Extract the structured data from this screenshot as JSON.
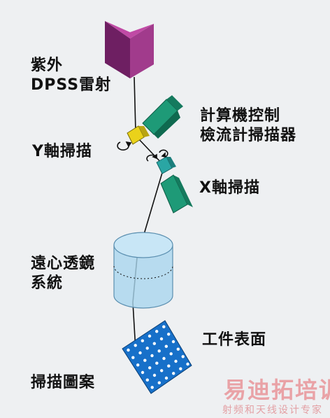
{
  "labels": {
    "laser": [
      "紫外",
      "DPSS雷射"
    ],
    "galvo": [
      "計算機控制",
      "檢流計掃描器"
    ],
    "y_scan": "Y軸掃描",
    "x_scan": "X軸掃描",
    "lens": [
      "遠心透鏡",
      "系統"
    ],
    "workpiece": "工件表面",
    "pattern": "掃描圖案"
  },
  "watermark": {
    "main": "易迪拓培训",
    "sub": "射频和天线设计专家"
  },
  "colors": {
    "background": "#eef0f2",
    "laser": "#9b2f86",
    "galvo": "#1e9a77",
    "y_mirror": "#ead21a",
    "x_mirror": "#2aa6a4",
    "lens": "#a9d6ee",
    "workpiece": "#1770c9",
    "beam": "#111111",
    "watermark": "#e9a2a6"
  },
  "icons": [
    "rotation-arrow-icon"
  ]
}
